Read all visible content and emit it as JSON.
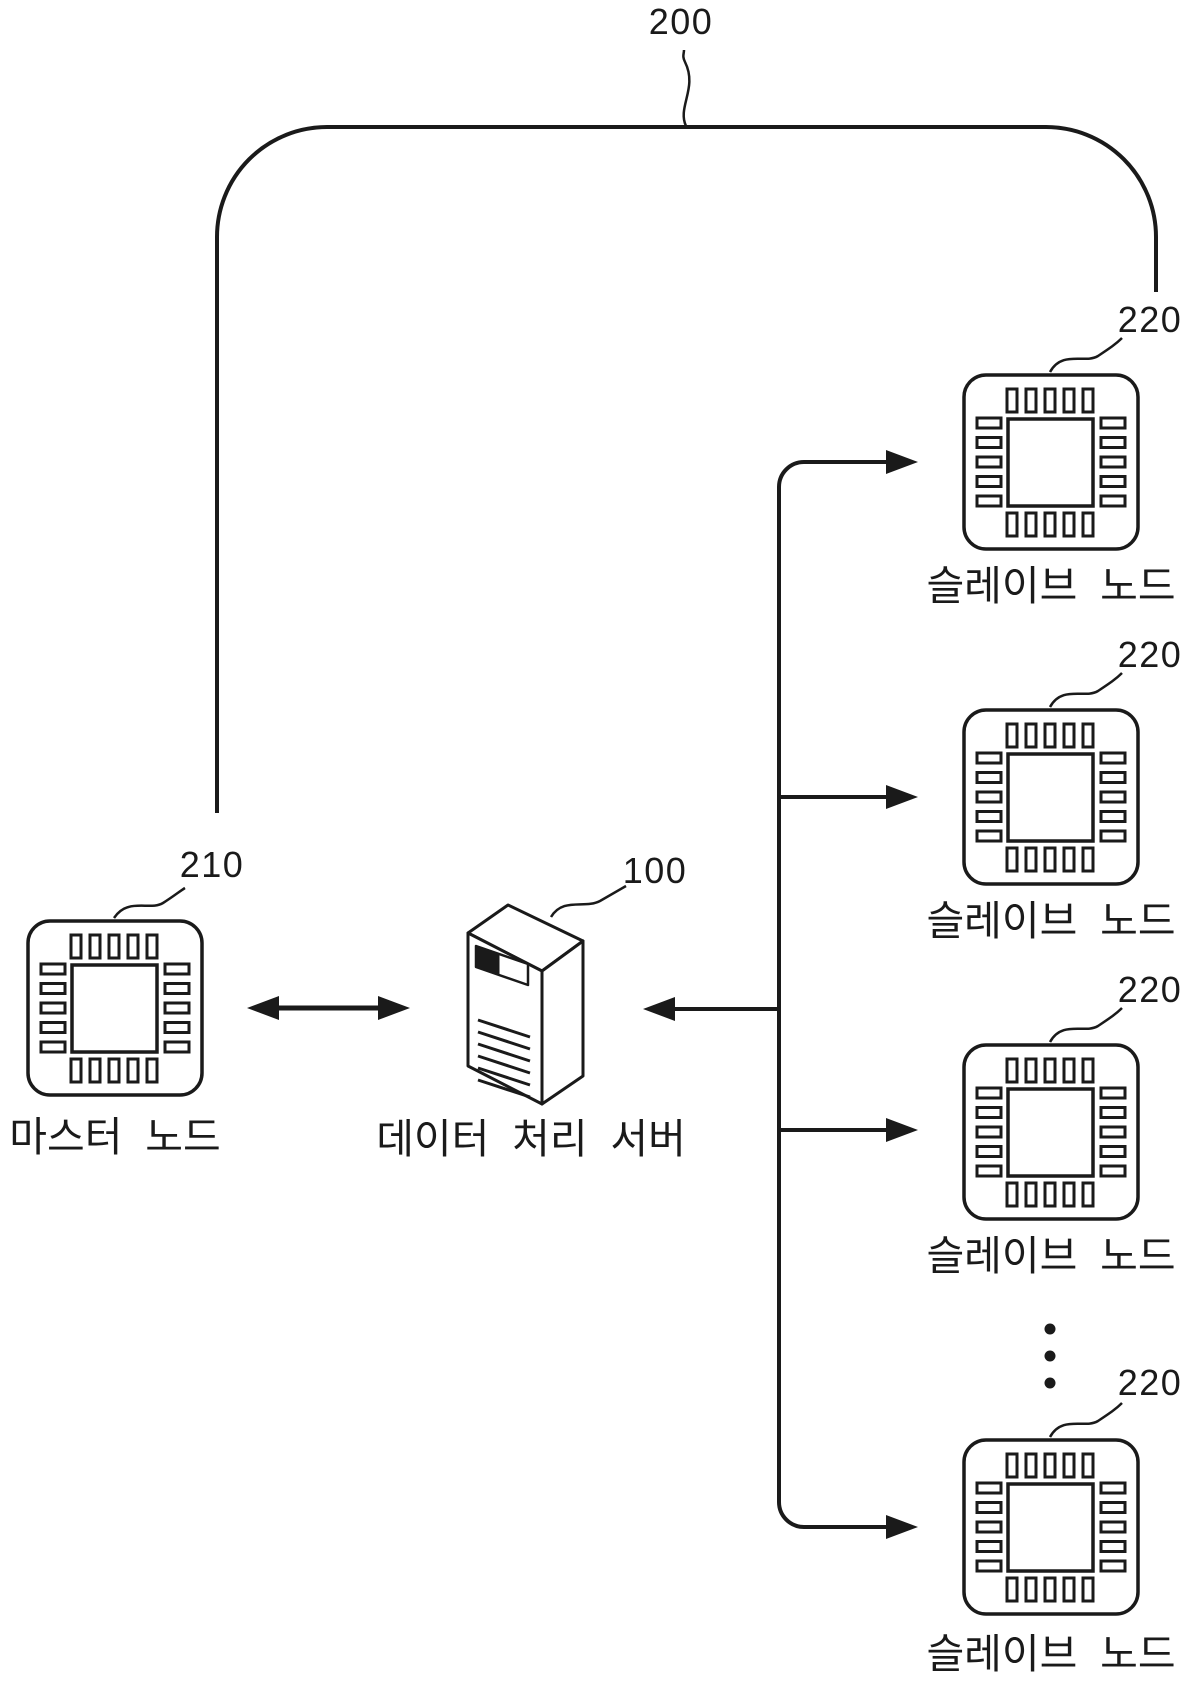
{
  "figure": {
    "background_color": "#ffffff",
    "line_color": "#1a1a1a",
    "network_bus": {
      "ref": "200"
    },
    "master_node": {
      "ref": "210",
      "label": "마스터  노드",
      "icon": "chip-icon"
    },
    "data_server": {
      "ref": "100",
      "label": "데이터  처리  서버",
      "icon": "server-tower-icon"
    },
    "slave_nodes": {
      "ref": "220",
      "label": "슬레이브  노드",
      "icon": "chip-icon",
      "visible_count": 4,
      "ellipsis_dot_count": 3
    }
  }
}
